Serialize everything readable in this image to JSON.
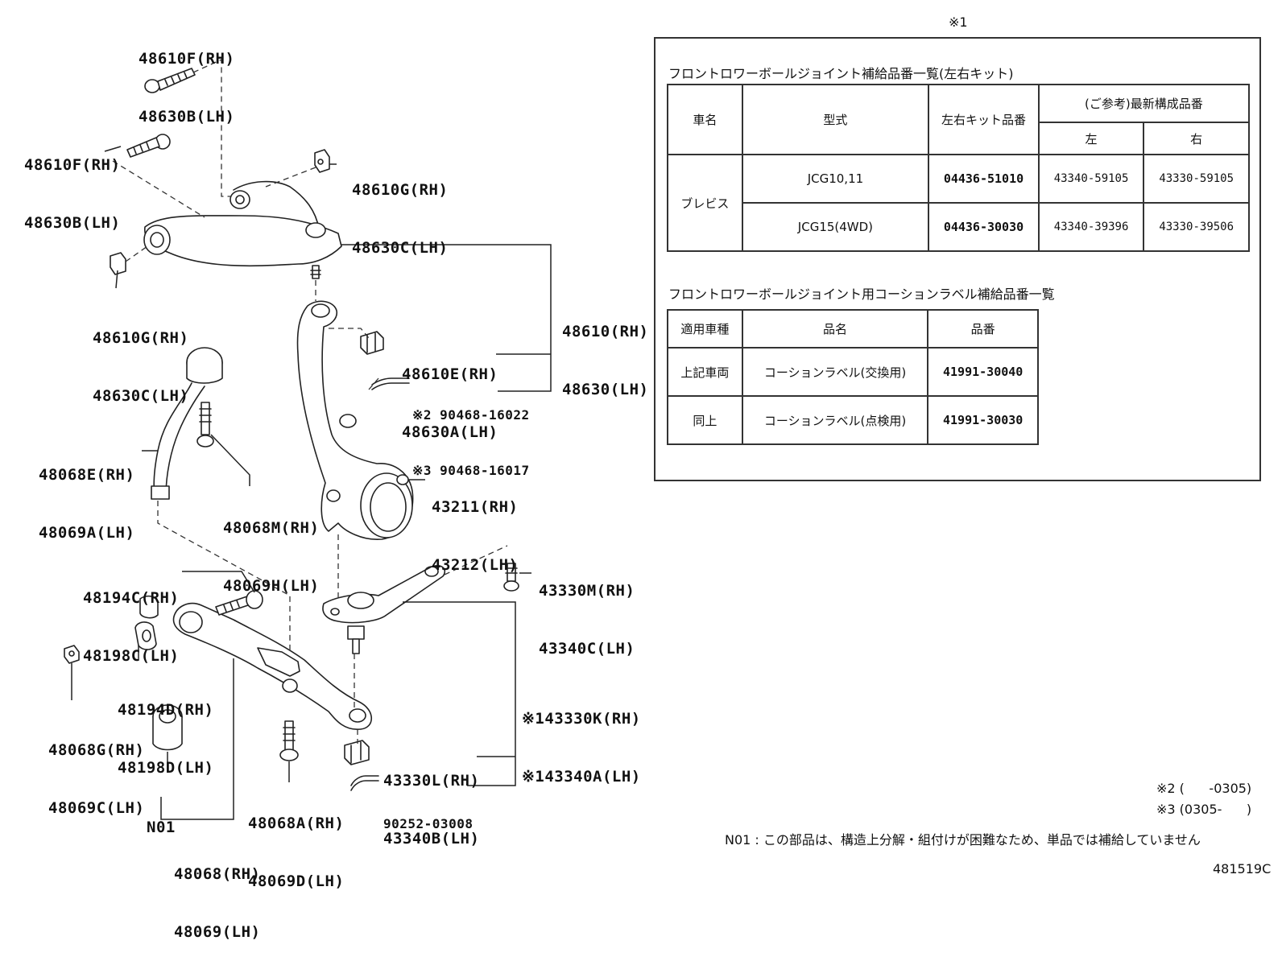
{
  "callouts": [
    {
      "id": "c01",
      "lines": [
        "48610F(RH)",
        "48630B(LH)"
      ]
    },
    {
      "id": "c02",
      "lines": [
        "48610F(RH)",
        "48630B(LH)"
      ]
    },
    {
      "id": "c03",
      "lines": [
        "48610G(RH)",
        "48630C(LH)"
      ]
    },
    {
      "id": "c04",
      "lines": [
        "48610G(RH)",
        "48630C(LH)"
      ]
    },
    {
      "id": "c05",
      "lines": [
        "48610(RH)",
        "48630(LH)"
      ]
    },
    {
      "id": "c06",
      "lines": [
        "48610E(RH)",
        "48630A(LH)"
      ]
    },
    {
      "id": "c07",
      "lines": [
        "※2 90468-16022",
        "※3 90468-16017"
      ]
    },
    {
      "id": "c08",
      "lines": [
        "48068E(RH)",
        "48069A(LH)"
      ]
    },
    {
      "id": "c09",
      "lines": [
        "48068M(RH)",
        "48069H(LH)"
      ]
    },
    {
      "id": "c10",
      "lines": [
        "43211(RH)",
        "43212(LH)"
      ]
    },
    {
      "id": "c11",
      "lines": [
        "48194C(RH)",
        "48198C(LH)"
      ]
    },
    {
      "id": "c12",
      "lines": [
        "43330M(RH)",
        "43340C(LH)"
      ]
    },
    {
      "id": "c13",
      "lines": [
        "48194D(RH)",
        "48198D(LH)"
      ]
    },
    {
      "id": "c14",
      "lines": [
        "48068G(RH)",
        "48069C(LH)"
      ]
    },
    {
      "id": "c15",
      "lines": [
        "※143330K(RH)",
        "※143340A(LH)"
      ]
    },
    {
      "id": "c16",
      "lines": [
        "43330L(RH)",
        "43340B(LH)"
      ]
    },
    {
      "id": "c17",
      "lines": [
        "N01"
      ]
    },
    {
      "id": "c18",
      "lines": [
        "48068A(RH)",
        "48069D(LH)"
      ]
    },
    {
      "id": "c19",
      "lines": [
        "90252-03008"
      ]
    },
    {
      "id": "c20",
      "lines": [
        "48068(RH)",
        "48069(LH)"
      ]
    }
  ],
  "notice_box": {
    "marker": "※1",
    "kit_table": {
      "title": "フロントロワーボールジョイント補給品番一覧(左右キット)",
      "headers": {
        "vehicle": "車名",
        "model": "型式",
        "kit": "左右キット品番",
        "ref": "(ご参考)最新構成品番",
        "left": "左",
        "right": "右"
      },
      "vehicle_name": "ブレビス",
      "rows": [
        {
          "model": "JCG10,11",
          "kit": "04436-51010",
          "left": "43340-59105",
          "right": "43330-59105"
        },
        {
          "model": "JCG15(4WD)",
          "kit": "04436-30030",
          "left": "43340-39396",
          "right": "43330-39506"
        }
      ]
    },
    "label_table": {
      "title": "フロントロワーボールジョイント用コーションラベル補給品番一覧",
      "headers": {
        "applies": "適用車種",
        "name": "品名",
        "part": "品番"
      },
      "rows": [
        {
          "applies": "上記車両",
          "name": "コーションラベル(交換用)",
          "part": "41991-30040"
        },
        {
          "applies": "同上",
          "name": "コーションラベル(点検用)",
          "part": "41991-30030"
        }
      ]
    }
  },
  "footnotes": {
    "note2": "※2 (      -0305)",
    "note3": "※3 (0305-      )",
    "n01": "N01 : この部品は、構造上分解・組付けが困難なため、単品では補給していません"
  },
  "figure_id": "481519C"
}
